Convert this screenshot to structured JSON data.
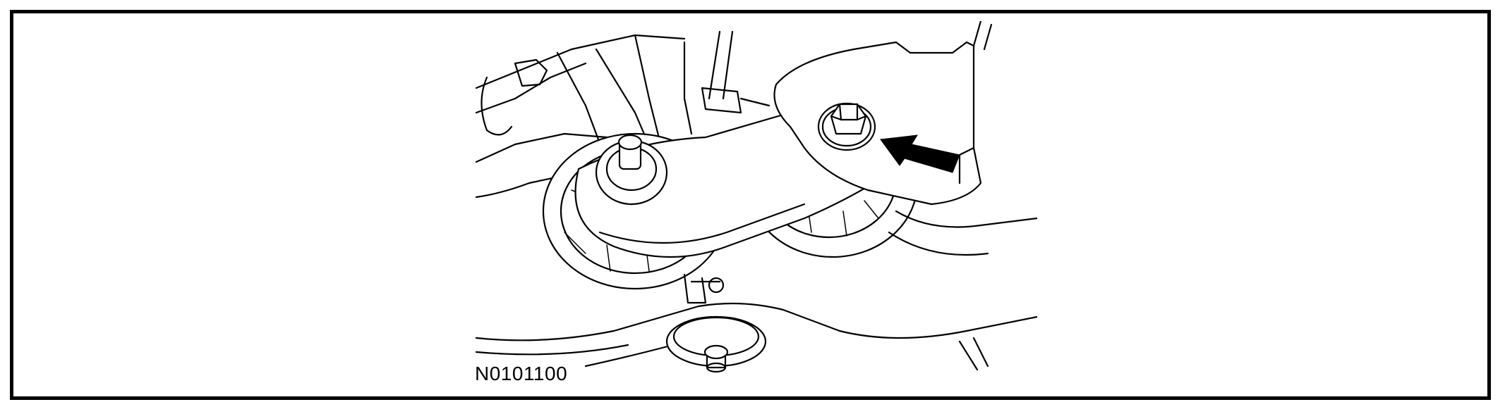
{
  "figure": {
    "id_label": "N0101100",
    "border_color": "#000000",
    "background_color": "#ffffff"
  },
  "illustration": {
    "subject": "engine-mount-bolt",
    "callout": "arrow-pointing-to-bolt"
  }
}
